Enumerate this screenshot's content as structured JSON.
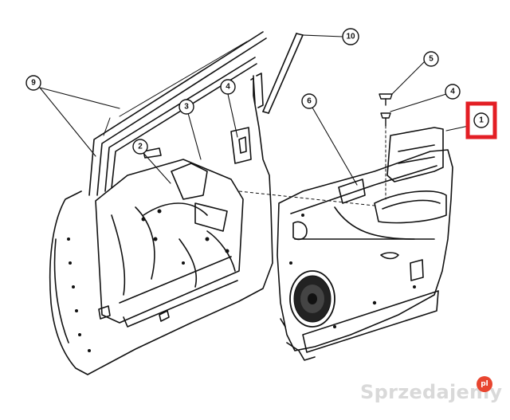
{
  "diagram": {
    "callouts": [
      {
        "id": "9",
        "label": "9"
      },
      {
        "id": "10",
        "label": "10"
      },
      {
        "id": "4a",
        "label": "4"
      },
      {
        "id": "3",
        "label": "3"
      },
      {
        "id": "2",
        "label": "2"
      },
      {
        "id": "6",
        "label": "6"
      },
      {
        "id": "5",
        "label": "5"
      },
      {
        "id": "4b",
        "label": "4"
      },
      {
        "id": "1",
        "label": "1"
      }
    ],
    "highlight_color": "#e31e24"
  },
  "watermark": {
    "brand": "Sprzedajemy",
    "badge": "pl"
  }
}
